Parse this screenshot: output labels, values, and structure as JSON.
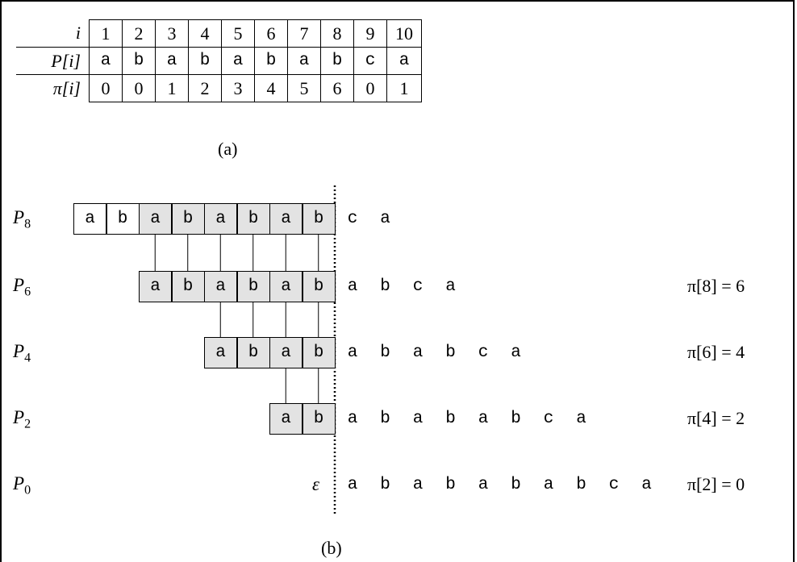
{
  "table": {
    "headers": [
      "i",
      "P[i]",
      "π[i]"
    ],
    "i": [
      "1",
      "2",
      "3",
      "4",
      "5",
      "6",
      "7",
      "8",
      "9",
      "10"
    ],
    "P": [
      "a",
      "b",
      "a",
      "b",
      "a",
      "b",
      "a",
      "b",
      "c",
      "a"
    ],
    "pi": [
      "0",
      "0",
      "1",
      "2",
      "3",
      "4",
      "5",
      "6",
      "0",
      "1"
    ]
  },
  "captions": {
    "a": "(a)",
    "b": "(b)"
  },
  "rows": [
    {
      "label_main": "P",
      "label_sub": "8",
      "boxes": [
        "a",
        "b",
        "a",
        "b",
        "a",
        "b",
        "a",
        "b"
      ],
      "shaded_from": 2,
      "rest": [
        "c",
        "a"
      ],
      "eq": ""
    },
    {
      "label_main": "P",
      "label_sub": "6",
      "boxes": [
        "a",
        "b",
        "a",
        "b",
        "a",
        "b"
      ],
      "shaded_from": 0,
      "rest": [
        "a",
        "b",
        "c",
        "a"
      ],
      "eq": "π[8] = 6"
    },
    {
      "label_main": "P",
      "label_sub": "4",
      "boxes": [
        "a",
        "b",
        "a",
        "b"
      ],
      "shaded_from": 0,
      "rest": [
        "a",
        "b",
        "a",
        "b",
        "c",
        "a"
      ],
      "eq": "π[6] = 4"
    },
    {
      "label_main": "P",
      "label_sub": "2",
      "boxes": [
        "a",
        "b"
      ],
      "shaded_from": 0,
      "rest": [
        "a",
        "b",
        "a",
        "b",
        "a",
        "b",
        "c",
        "a"
      ],
      "eq": "π[4] = 2"
    },
    {
      "label_main": "P",
      "label_sub": "0",
      "boxes": [],
      "shaded_from": 0,
      "epsilon": "ε",
      "rest": [
        "a",
        "b",
        "a",
        "b",
        "a",
        "b",
        "a",
        "b",
        "c",
        "a"
      ],
      "eq": "π[2] = 0"
    }
  ]
}
